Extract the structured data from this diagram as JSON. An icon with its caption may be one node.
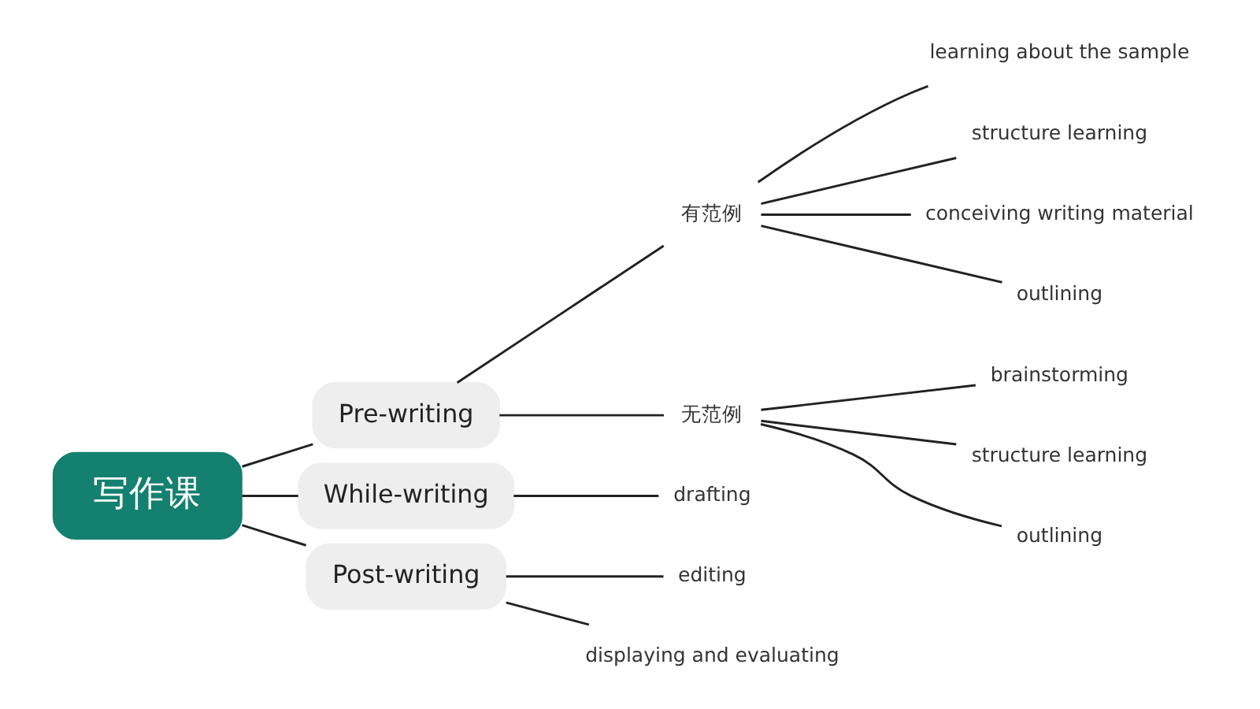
{
  "diagram": {
    "nodes": [
      {
        "text": [
          "写作课"
        ]
      },
      {
        "text": [
          "Pre-writing"
        ]
      },
      {
        "text": [
          "有范例"
        ]
      },
      {
        "text": [
          "learning about the sample"
        ]
      },
      {
        "text": [
          "structure learning"
        ]
      },
      {
        "text": [
          "conceiving writing material"
        ]
      },
      {
        "text": [
          "outlining"
        ]
      },
      {
        "text": [
          "无范例"
        ]
      },
      {
        "text": [
          "brainstorming"
        ]
      },
      {
        "text": [
          "structure learning"
        ]
      },
      {
        "text": [
          "outlining"
        ]
      },
      {
        "text": [
          "While-writing"
        ]
      },
      {
        "text": [
          "drafting"
        ]
      },
      {
        "text": [
          "Post-writing"
        ]
      },
      {
        "text": [
          "editing"
        ]
      },
      {
        "text": [
          "displaying and evaluating"
        ]
      }
    ],
    "edges": [
      {
        "from": 0,
        "to": 1,
        "arrow": "none"
      },
      {
        "from": 1,
        "to": 2,
        "arrow": "none"
      },
      {
        "from": 2,
        "to": 3,
        "arrow": "none"
      },
      {
        "from": 2,
        "to": 4,
        "arrow": "none"
      },
      {
        "from": 2,
        "to": 5,
        "arrow": "none"
      },
      {
        "from": 2,
        "to": 6,
        "arrow": "none"
      },
      {
        "from": 1,
        "to": 7,
        "arrow": "none"
      },
      {
        "from": 7,
        "to": 8,
        "arrow": "none"
      },
      {
        "from": 7,
        "to": 9,
        "arrow": "none"
      },
      {
        "from": 7,
        "to": 10,
        "arrow": "none"
      },
      {
        "from": 0,
        "to": 11,
        "arrow": "none"
      },
      {
        "from": 11,
        "to": 12,
        "arrow": "none"
      },
      {
        "from": 0,
        "to": 13,
        "arrow": "none"
      },
      {
        "from": 13,
        "to": 14,
        "arrow": "none"
      },
      {
        "from": 13,
        "to": 15,
        "arrow": "none"
      }
    ]
  }
}
